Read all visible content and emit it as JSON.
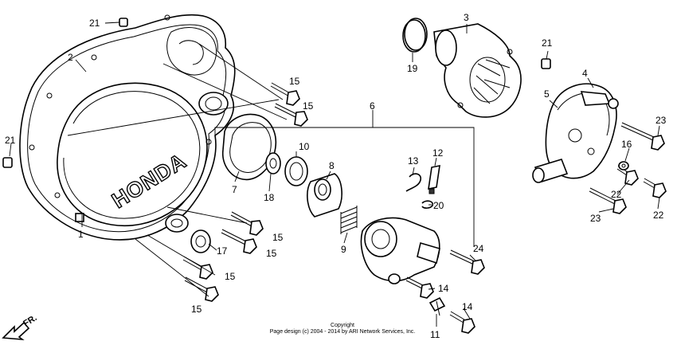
{
  "brand_text": "HONDA",
  "direction_label": "FR.",
  "copyright": {
    "line1": "Copyright",
    "line2": "Page design (c) 2004 - 2014 by ARI Network Services, Inc."
  },
  "callouts": [
    {
      "id": "c1",
      "label": "1"
    },
    {
      "id": "c2",
      "label": "2"
    },
    {
      "id": "c3",
      "label": "3"
    },
    {
      "id": "c4",
      "label": "4"
    },
    {
      "id": "c5",
      "label": "5"
    },
    {
      "id": "c6",
      "label": "6"
    },
    {
      "id": "c7",
      "label": "7"
    },
    {
      "id": "c8",
      "label": "8"
    },
    {
      "id": "c9",
      "label": "9"
    },
    {
      "id": "c10",
      "label": "10"
    },
    {
      "id": "c11",
      "label": "11"
    },
    {
      "id": "c12",
      "label": "12"
    },
    {
      "id": "c13",
      "label": "13"
    },
    {
      "id": "c14a",
      "label": "14"
    },
    {
      "id": "c14b",
      "label": "14"
    },
    {
      "id": "c15a",
      "label": "15"
    },
    {
      "id": "c15b",
      "label": "15"
    },
    {
      "id": "c15c",
      "label": "15"
    },
    {
      "id": "c15d",
      "label": "15"
    },
    {
      "id": "c15e",
      "label": "15"
    },
    {
      "id": "c15f",
      "label": "15"
    },
    {
      "id": "c16",
      "label": "16"
    },
    {
      "id": "c17",
      "label": "17"
    },
    {
      "id": "c18",
      "label": "18"
    },
    {
      "id": "c19",
      "label": "19"
    },
    {
      "id": "c20",
      "label": "20"
    },
    {
      "id": "c21a",
      "label": "21"
    },
    {
      "id": "c21b",
      "label": "21"
    },
    {
      "id": "c21c",
      "label": "21"
    },
    {
      "id": "c22a",
      "label": "22"
    },
    {
      "id": "c22b",
      "label": "22"
    },
    {
      "id": "c23a",
      "label": "23"
    },
    {
      "id": "c23b",
      "label": "23"
    },
    {
      "id": "c24",
      "label": "24"
    }
  ]
}
